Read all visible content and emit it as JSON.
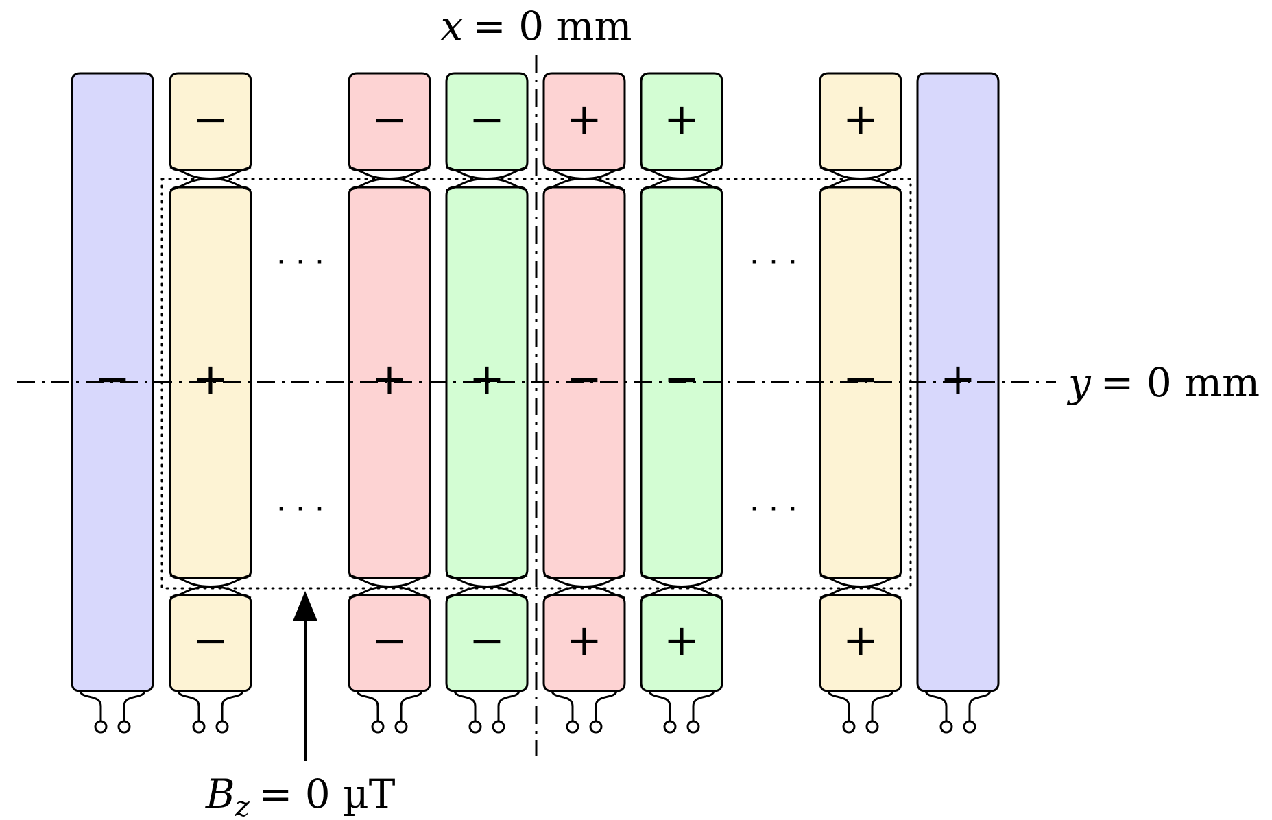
{
  "labels": {
    "x_axis_var": "x",
    "x_axis_eq": "= 0 mm",
    "y_axis_var": "y",
    "y_axis_eq": "= 0 mm",
    "bz_var": "B",
    "bz_sub": "z",
    "bz_eq": "= 0 µT"
  },
  "ellipsis": "· · ·",
  "colors": {
    "blue": "#d8d8fc",
    "yellow": "#fdf3d4",
    "red": "#fdd3d3",
    "green": "#d3fdd3",
    "stroke": "#000000"
  },
  "coils": [
    {
      "id": "blue-left",
      "color": "blue",
      "type": "tall",
      "center": "−"
    },
    {
      "id": "yellow-left",
      "color": "yellow",
      "type": "split",
      "top": "−",
      "center": "+",
      "bottom": "−"
    },
    {
      "id": "red-left",
      "color": "red",
      "type": "split",
      "top": "−",
      "center": "+",
      "bottom": "−"
    },
    {
      "id": "green-left",
      "color": "green",
      "type": "split",
      "top": "−",
      "center": "+",
      "bottom": "−"
    },
    {
      "id": "red-right",
      "color": "red",
      "type": "split",
      "top": "+",
      "center": "−",
      "bottom": "+"
    },
    {
      "id": "green-right",
      "color": "green",
      "type": "split",
      "top": "+",
      "center": "−",
      "bottom": "+"
    },
    {
      "id": "yellow-right",
      "color": "yellow",
      "type": "split",
      "top": "+",
      "center": "−",
      "bottom": "+"
    },
    {
      "id": "blue-right",
      "color": "blue",
      "type": "tall",
      "center": "+"
    }
  ]
}
